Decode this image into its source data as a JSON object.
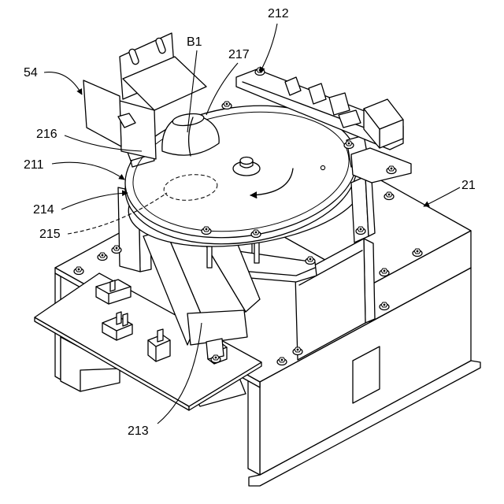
{
  "figure": {
    "labels": {
      "ref_212": "212",
      "ref_b1": "B1",
      "ref_217": "217",
      "ref_54": "54",
      "ref_216": "216",
      "ref_211": "211",
      "ref_21": "21",
      "ref_214": "214",
      "ref_215": "215",
      "ref_213": "213"
    },
    "colors": {
      "line": "#000000",
      "background": "#ffffff"
    }
  }
}
